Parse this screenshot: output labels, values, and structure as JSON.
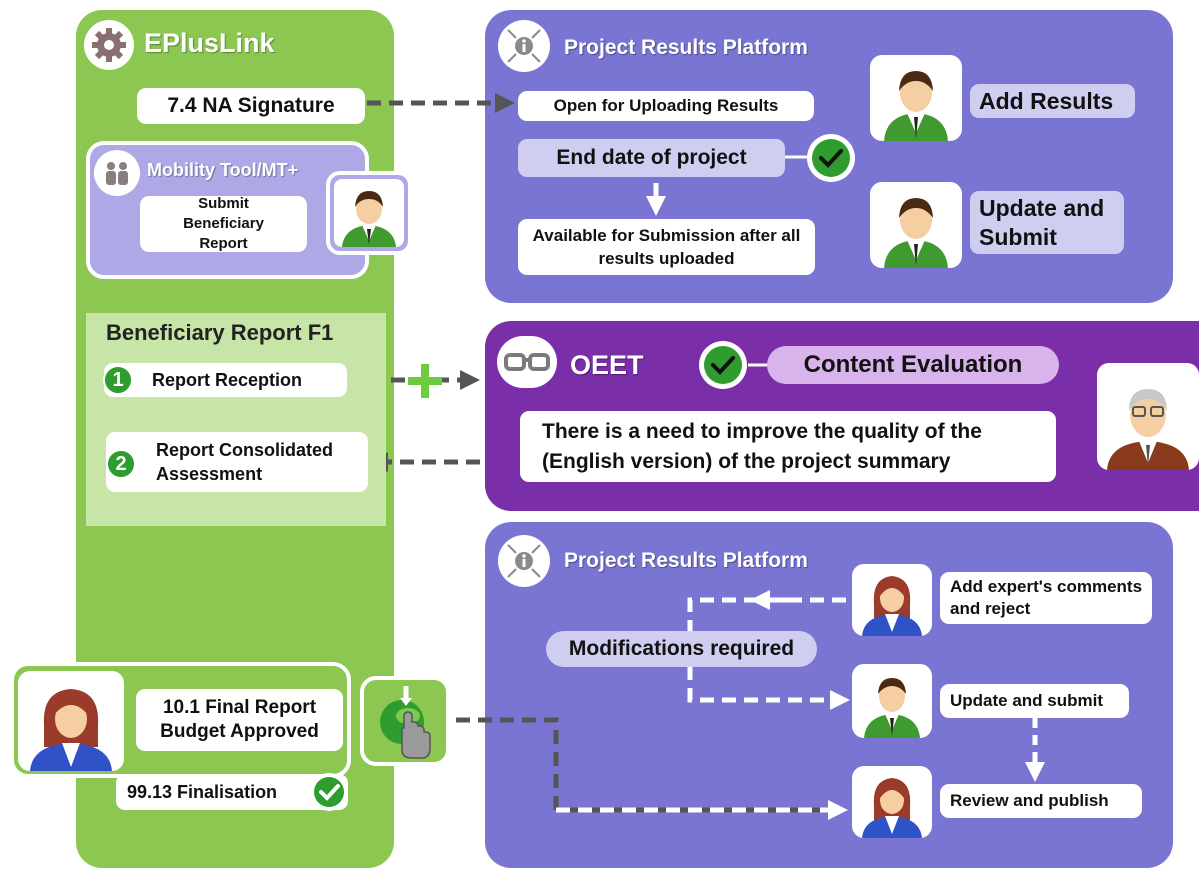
{
  "eplus": {
    "title": "EPlusLink",
    "na_signature": "7.4 NA Signature"
  },
  "mobility": {
    "title": "Mobility Tool/MT+",
    "submit": "Submit Beneficiary Report"
  },
  "report_f1": {
    "title": "Beneficiary Report F1",
    "steps": [
      {
        "num": "1",
        "label": "Report Reception"
      },
      {
        "num": "2",
        "label": "Report Consolidated Assessment"
      }
    ]
  },
  "final": {
    "approved": "10.1 Final Report Budget Approved",
    "finalisation": "99.13 Finalisation"
  },
  "prp_top": {
    "title": "Project Results Platform",
    "open": "Open for Uploading Results",
    "end_date": "End date of project",
    "available": "Available for Submission after all results uploaded",
    "add_results": "Add Results",
    "update_submit": "Update and Submit"
  },
  "oeet": {
    "title": "OEET",
    "content_eval": "Content Evaluation",
    "message": "There is a need to improve the quality of the (English version) of the project summary"
  },
  "prp_bottom": {
    "title": "Project Results Platform",
    "modifications": "Modifications required",
    "expert": "Add expert's comments and reject",
    "update": "Update and submit",
    "review": "Review and publish"
  },
  "colors": {
    "green_panel": "#8bc751",
    "light_green": "#c6e5a6",
    "purple_panel": "#7a74d2",
    "oeet_purple": "#7a2fa8",
    "lavender": "#cfcdf0",
    "check_green": "#2e9c2e"
  },
  "icons": [
    "gear-icon",
    "people-icon",
    "info-icon",
    "glasses-icon",
    "checkmark-icon",
    "plus-icon",
    "hand-click-icon",
    "person-avatar-icon"
  ]
}
